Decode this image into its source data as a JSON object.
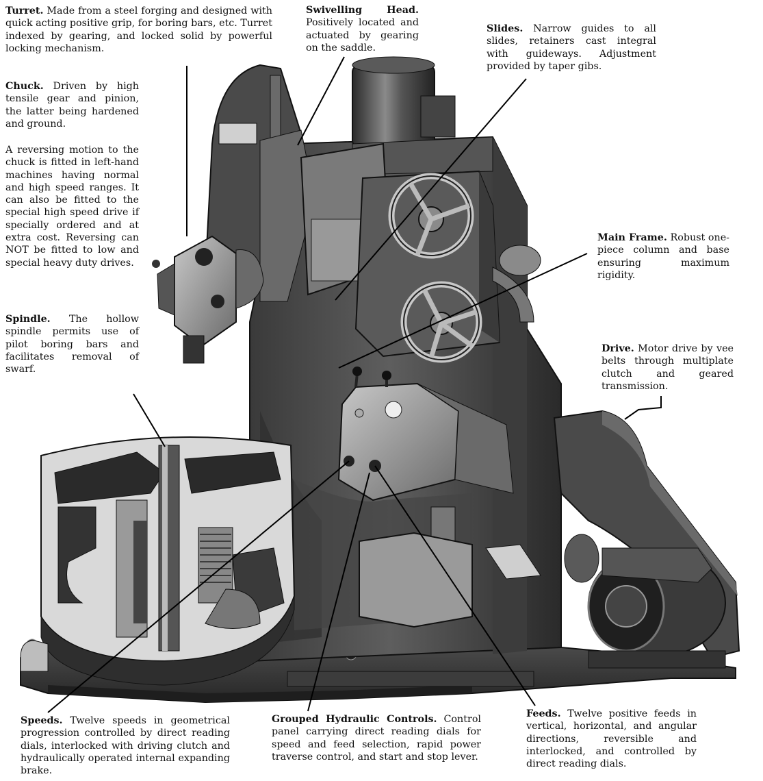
{
  "labels": {
    "turret": {
      "title": "Turret.",
      "text": "Made from a steel forging and designed with quick acting positive grip, for boring bars, etc. Turret indexed by gearing, and locked solid by powerful locking mechanism."
    },
    "swivelling_head": {
      "title": "Swivelling Head.",
      "text": "Positively located and actuated by gearing on the saddle."
    },
    "slides": {
      "title": "Slides.",
      "text": "Narrow guides to all slides, retainers cast integral with guideways. Adjustment provided by taper gibs."
    },
    "chuck": {
      "title": "Chuck.",
      "text": "Driven by high tensile gear and pinion, the latter being hardened and ground."
    },
    "reversing": {
      "text": "A reversing motion to the chuck is fitted in left-hand machines having normal and high speed ranges. It can also be fitted to the special high speed drive if specially ordered and at extra cost. Reversing can NOT be fitted to low and special heavy duty drives."
    },
    "main_frame": {
      "title": "Main Frame.",
      "text": "Robust one-piece column and base ensuring maximum rigidity."
    },
    "spindle": {
      "title": "Spindle.",
      "text": "The hollow spindle permits use of pilot boring bars and facilitates removal of swarf."
    },
    "drive": {
      "title": "Drive.",
      "text": "Motor drive by vee belts through multiplate clutch and geared transmission."
    },
    "speeds": {
      "title": "Speeds.",
      "text": "Twelve speeds in geometrical progression controlled by direct reading dials, interlocked with driving clutch and hydraulically operated internal expanding brake."
    },
    "hydraulic": {
      "title": "Grouped Hydraulic Controls.",
      "text": "Control panel carrying direct reading dials for speed and feed selection, rapid power traverse control, and start and stop lever."
    },
    "feeds": {
      "title": "Feeds.",
      "text": "Twelve positive feeds in vertical, horizontal, and angular directions, reversible and interlocked, and controlled by direct reading dials."
    }
  },
  "colors": {
    "machine_dark": "#2e2e2e",
    "machine_mid": "#4a4a4a",
    "machine_light": "#7a7a7a",
    "highlight": "#b5b5b5",
    "cutaway": "#d9d9d9",
    "leader": "#000000"
  }
}
